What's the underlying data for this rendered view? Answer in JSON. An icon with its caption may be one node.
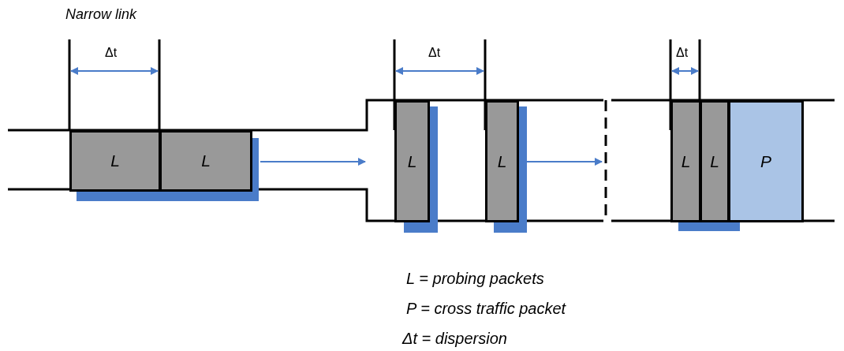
{
  "diagram": {
    "nodes": [
      {
        "text": [
          "L"
        ]
      },
      {
        "text": [
          "L"
        ]
      },
      {
        "text": [
          "L"
        ]
      },
      {
        "text": [
          "L"
        ]
      },
      {
        "text": [
          "L"
        ]
      },
      {
        "text": [
          "L"
        ]
      },
      {
        "text": [
          "P"
        ]
      }
    ],
    "labels": [
      "Narrow link",
      "Δt",
      "Δt",
      "Δt",
      "L = probing packets",
      "P = cross traffic packet",
      "Δt = dispersion"
    ]
  }
}
